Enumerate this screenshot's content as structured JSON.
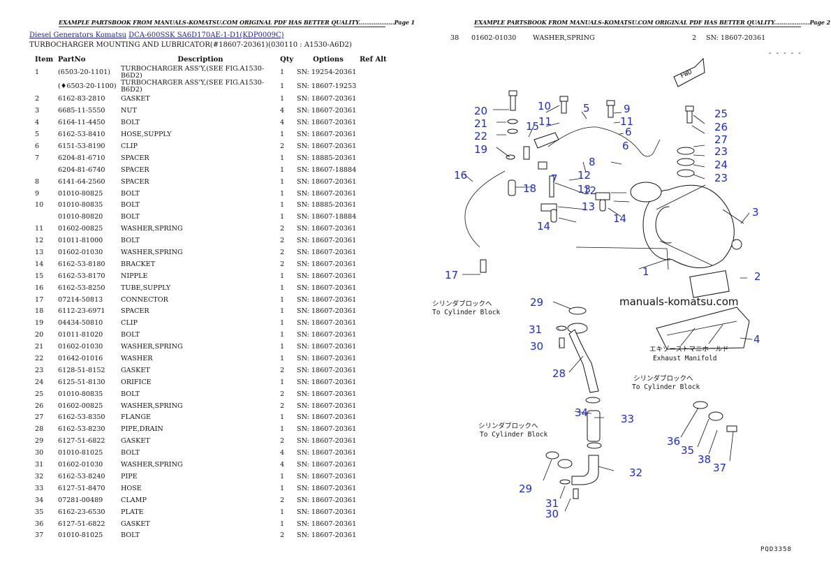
{
  "page1": {
    "banner": "EXAMPLE PARTSBOOK FROM MANUALS-KOMATSU.COM ORIGINAL PDF HAS BETTER QUALITY...................Page 1",
    "crumb1": "Diesel Generators Komatsu",
    "crumb2": "DCA-600SSK SA6D170AE-1-D1(KDP0009C)",
    "subtitle": "TURBOCHARGER MOUNTING AND LUBRICATOR(#18607-20361)(030110 : A1530-A6D2)",
    "headers": {
      "item": "Item",
      "part": "PartNo",
      "desc": "Description",
      "qty": "Qty",
      "opt": "Options",
      "ref": "Ref Alt"
    },
    "rows": [
      [
        "1",
        "(6503-20-1101)",
        "TURBOCHARGER ASS'Y,(SEE FIG.A1530-B6D2)",
        "1",
        "SN: 19254-20361"
      ],
      [
        "",
        "(♦6503-20-1100)",
        "TURBOCHARGER ASS'Y,(SEE FIG.A1530-B6D2)",
        "1",
        "SN: 18607-19253"
      ],
      [
        "2",
        "6162-83-2810",
        "GASKET",
        "1",
        "SN: 18607-20361"
      ],
      [
        "3",
        "6685-11-5550",
        "NUT",
        "4",
        "SN: 18607-20361"
      ],
      [
        "4",
        "6164-11-4450",
        "BOLT",
        "4",
        "SN: 18607-20361"
      ],
      [
        "5",
        "6162-53-8410",
        "HOSE,SUPPLY",
        "1",
        "SN: 18607-20361"
      ],
      [
        "6",
        "6151-53-8190",
        "CLIP",
        "2",
        "SN: 18607-20361"
      ],
      [
        "7",
        "6204-81-6710",
        "SPACER",
        "1",
        "SN: 18885-20361"
      ],
      [
        "",
        "6204-81-6740",
        "SPACER",
        "1",
        "SN: 18607-18884"
      ],
      [
        "8",
        "6141-64-2560",
        "SPACER",
        "1",
        "SN: 18607-20361"
      ],
      [
        "9",
        "01010-80825",
        "BOLT",
        "1",
        "SN: 18607-20361"
      ],
      [
        "10",
        "01010-80835",
        "BOLT",
        "1",
        "SN: 18885-20361"
      ],
      [
        "",
        "01010-80820",
        "BOLT",
        "1",
        "SN: 18607-18884"
      ],
      [
        "11",
        "01602-00825",
        "WASHER,SPRING",
        "2",
        "SN: 18607-20361"
      ],
      [
        "12",
        "01011-81000",
        "BOLT",
        "2",
        "SN: 18607-20361"
      ],
      [
        "13",
        "01602-01030",
        "WASHER,SPRING",
        "2",
        "SN: 18607-20361"
      ],
      [
        "14",
        "6162-53-8180",
        "BRACKET",
        "2",
        "SN: 18607-20361"
      ],
      [
        "15",
        "6162-53-8170",
        "NIPPLE",
        "1",
        "SN: 18607-20361"
      ],
      [
        "16",
        "6162-53-8250",
        "TUBE,SUPPLY",
        "1",
        "SN: 18607-20361"
      ],
      [
        "17",
        "07214-50813",
        "CONNECTOR",
        "1",
        "SN: 18607-20361"
      ],
      [
        "18",
        "6112-23-6971",
        "SPACER",
        "1",
        "SN: 18607-20361"
      ],
      [
        "19",
        "04434-50810",
        "CLIP",
        "1",
        "SN: 18607-20361"
      ],
      [
        "20",
        "01011-81020",
        "BOLT",
        "1",
        "SN: 18607-20361"
      ],
      [
        "21",
        "01602-01030",
        "WASHER,SPRING",
        "1",
        "SN: 18607-20361"
      ],
      [
        "22",
        "01642-01016",
        "WASHER",
        "1",
        "SN: 18607-20361"
      ],
      [
        "23",
        "6128-51-8152",
        "GASKET",
        "2",
        "SN: 18607-20361"
      ],
      [
        "24",
        "6125-51-8130",
        "ORIFICE",
        "1",
        "SN: 18607-20361"
      ],
      [
        "25",
        "01010-80835",
        "BOLT",
        "2",
        "SN: 18607-20361"
      ],
      [
        "26",
        "01602-00825",
        "WASHER,SPRING",
        "2",
        "SN: 18607-20361"
      ],
      [
        "27",
        "6162-53-8350",
        "FLANGE",
        "1",
        "SN: 18607-20361"
      ],
      [
        "28",
        "6162-53-8230",
        "PIPE,DRAIN",
        "1",
        "SN: 18607-20361"
      ],
      [
        "29",
        "6127-51-6822",
        "GASKET",
        "2",
        "SN: 18607-20361"
      ],
      [
        "30",
        "01010-81025",
        "BOLT",
        "4",
        "SN: 18607-20361"
      ],
      [
        "31",
        "01602-01030",
        "WASHER,SPRING",
        "4",
        "SN: 18607-20361"
      ],
      [
        "32",
        "6162-53-8240",
        "PIPE",
        "1",
        "SN: 18607-20361"
      ],
      [
        "33",
        "6127-51-8470",
        "HOSE",
        "1",
        "SN: 18607-20361"
      ],
      [
        "34",
        "07281-00489",
        "CLAMP",
        "2",
        "SN: 18607-20361"
      ],
      [
        "35",
        "6162-23-6530",
        "PLATE",
        "1",
        "SN: 18607-20361"
      ],
      [
        "36",
        "6127-51-6822",
        "GASKET",
        "1",
        "SN: 18607-20361"
      ],
      [
        "37",
        "01010-81025",
        "BOLT",
        "2",
        "SN: 18607-20361"
      ]
    ]
  },
  "page2": {
    "banner": "EXAMPLE PARTSBOOK FROM MANUALS-KOMATSU.COM ORIGINAL PDF HAS BETTER QUALITY...................Page 2",
    "rows": [
      [
        "38",
        "01602-01030",
        "WASHER,SPRING",
        "2",
        "SN: 18607-20361"
      ]
    ],
    "dashes": "- - - - -",
    "fwd": "FWD",
    "watermark": "manuals-komatsu.com",
    "notes": {
      "cyl_jp": "シリンダブロックへ",
      "cyl_en": "To Cylinder Block",
      "exh_jp": "エキゾーストマニホールド",
      "exh_en": "Exhaust Manifold"
    },
    "callouts": [
      "1",
      "2",
      "3",
      "4",
      "5",
      "6",
      "6",
      "7",
      "8",
      "9",
      "10",
      "11",
      "11",
      "12",
      "12",
      "13",
      "13",
      "14",
      "14",
      "15",
      "16",
      "17",
      "18",
      "19",
      "20",
      "21",
      "22",
      "23",
      "23",
      "24",
      "25",
      "26",
      "27",
      "28",
      "29",
      "29",
      "30",
      "30",
      "31",
      "31",
      "32",
      "33",
      "34",
      "35",
      "36",
      "37",
      "38"
    ],
    "code": "PQD3358"
  }
}
